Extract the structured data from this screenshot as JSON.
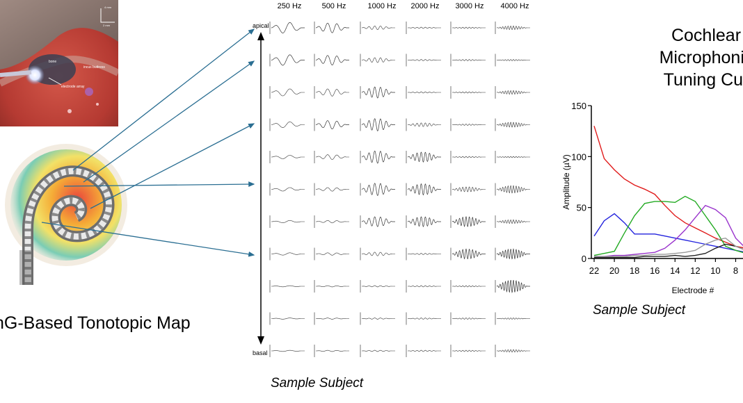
{
  "photo": {
    "labels": [
      "bone",
      "electrode array",
      "incus buttress"
    ],
    "scale_labels": [
      "4 mm",
      "2 mm"
    ]
  },
  "left_panel": {
    "title": "nG-Based Tonotopic Map"
  },
  "middle_panel": {
    "frequencies": [
      "250 Hz",
      "500 Hz",
      "1000 Hz",
      "2000 Hz",
      "3000 Hz",
      "4000 Hz"
    ],
    "axis_top": "apical",
    "axis_bottom": "basal",
    "caption": "Sample Subject",
    "amplitude_grid": [
      [
        0.9,
        0.8,
        0.3,
        0.1,
        0.1,
        0.3
      ],
      [
        0.9,
        0.8,
        0.4,
        0.1,
        0.1,
        0.1
      ],
      [
        0.6,
        0.6,
        0.9,
        0.1,
        0.1,
        0.3
      ],
      [
        0.5,
        0.7,
        1.0,
        0.3,
        0.1,
        0.4
      ],
      [
        0.3,
        0.4,
        1.0,
        0.8,
        0.1,
        0.1
      ],
      [
        0.3,
        0.3,
        1.0,
        0.9,
        0.4,
        0.6
      ],
      [
        0.2,
        0.2,
        0.8,
        0.8,
        0.8,
        0.3
      ],
      [
        0.2,
        0.2,
        0.3,
        0.1,
        0.8,
        0.8
      ],
      [
        0.1,
        0.1,
        0.1,
        0.1,
        0.1,
        1.0
      ],
      [
        0.1,
        0.1,
        0.1,
        0.1,
        0.1,
        0.1
      ],
      [
        0.1,
        0.1,
        0.1,
        0.1,
        0.1,
        0.2
      ]
    ]
  },
  "right_panel": {
    "title_lines": [
      "Cochlear",
      "Microphonic",
      "Tuning Cur"
    ],
    "caption": "Sample Subject"
  },
  "chart_data": {
    "type": "line",
    "xlabel": "Electrode #",
    "ylabel": "Amplitude (µV)",
    "x_ticks": [
      "22",
      "20",
      "18",
      "16",
      "14",
      "12",
      "10",
      "8"
    ],
    "y_ticks": [
      "0",
      "50",
      "100",
      "150"
    ],
    "xlim": [
      22,
      7
    ],
    "ylim": [
      0,
      150
    ],
    "x": [
      22,
      21,
      20,
      19,
      18,
      17,
      16,
      15,
      14,
      13,
      12,
      11,
      10,
      9,
      8,
      7
    ],
    "series": [
      {
        "color": "#e01a1a",
        "values": [
          130,
          98,
          87,
          78,
          72,
          68,
          63,
          52,
          42,
          35,
          30,
          25,
          20,
          16,
          12,
          10
        ]
      },
      {
        "color": "#2222dd",
        "values": [
          22,
          37,
          44,
          35,
          24,
          24,
          24,
          22,
          20,
          18,
          16,
          14,
          12,
          10,
          8,
          6
        ]
      },
      {
        "color": "#22aa22",
        "values": [
          3,
          5,
          7,
          25,
          42,
          54,
          56,
          56,
          55,
          61,
          56,
          42,
          28,
          12,
          8,
          5
        ]
      },
      {
        "color": "#9933cc",
        "values": [
          2,
          2,
          3,
          3,
          4,
          5,
          6,
          10,
          18,
          28,
          40,
          52,
          48,
          40,
          20,
          10
        ]
      },
      {
        "color": "#222222",
        "values": [
          1,
          1,
          1,
          1,
          1,
          2,
          2,
          2,
          3,
          2,
          3,
          5,
          10,
          14,
          12,
          8
        ]
      },
      {
        "color": "#999999",
        "values": [
          2,
          2,
          2,
          2,
          3,
          3,
          4,
          4,
          5,
          6,
          8,
          14,
          18,
          20,
          12,
          8
        ]
      }
    ]
  }
}
